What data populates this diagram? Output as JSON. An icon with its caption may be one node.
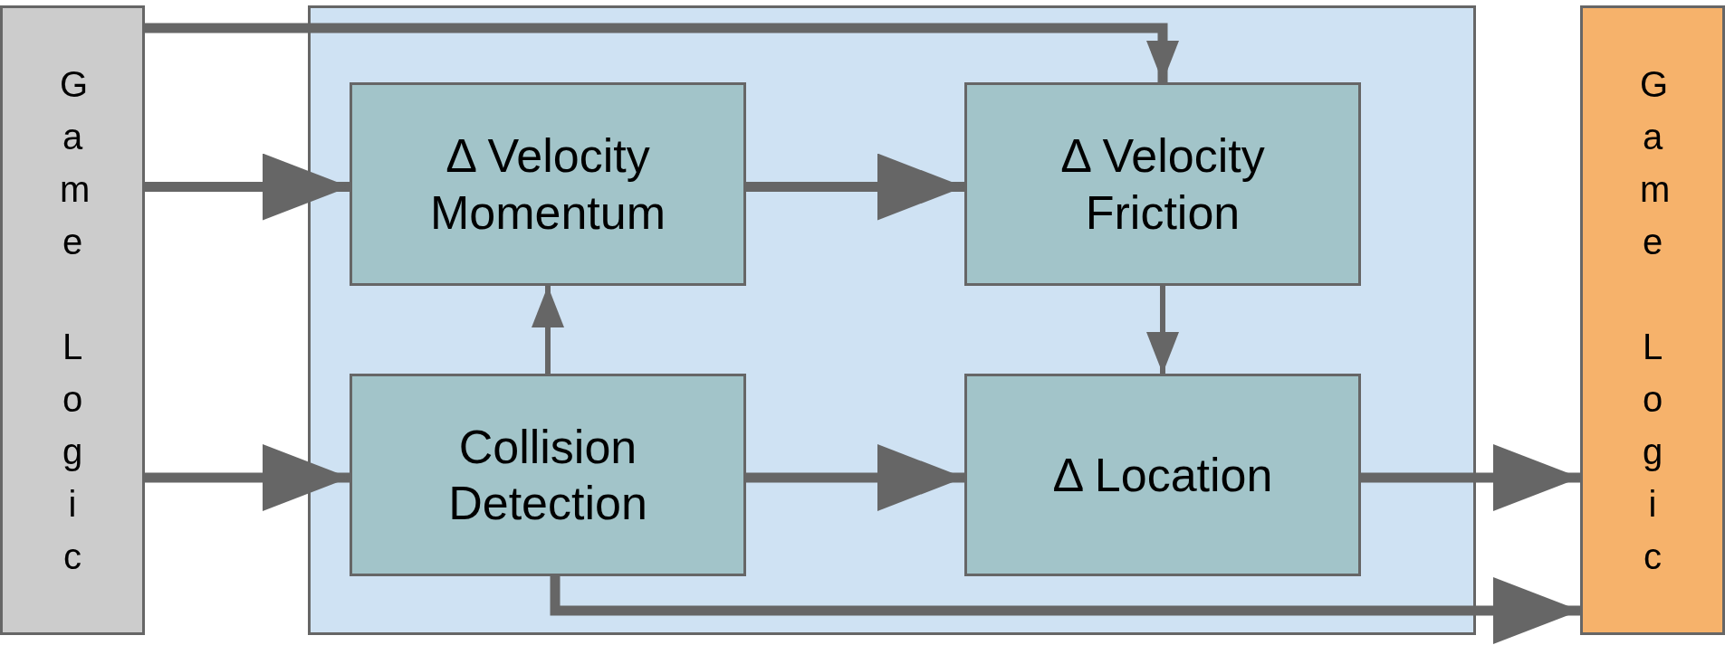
{
  "diagram": {
    "nodes": [
      {
        "text": [
          "Game Logic"
        ]
      },
      {
        "text": [],
        "shape": "box"
      },
      {
        "text": [
          "Δ Velocity Momentum"
        ],
        "in": 1
      },
      {
        "text": [
          "Δ Velocity Friction"
        ],
        "in": 1
      },
      {
        "text": [
          "Collision Detection"
        ],
        "in": 1
      },
      {
        "text": [
          "Δ Location"
        ],
        "in": 1
      },
      {
        "text": [
          "Game Logic"
        ]
      }
    ],
    "edges": [
      {
        "from": 0,
        "to": 3,
        "arrow": "to"
      },
      {
        "from": 0,
        "to": 2,
        "arrow": "to"
      },
      {
        "from": 0,
        "to": 4,
        "arrow": "to"
      },
      {
        "from": 2,
        "to": 3,
        "arrow": "to"
      },
      {
        "from": 4,
        "to": 2,
        "arrow": "to"
      },
      {
        "from": 3,
        "to": 5,
        "arrow": "to"
      },
      {
        "from": 4,
        "to": 5,
        "arrow": "to"
      },
      {
        "from": 5,
        "to": 6,
        "arrow": "to"
      },
      {
        "from": 4,
        "to": 6,
        "arrow": "to"
      }
    ]
  }
}
